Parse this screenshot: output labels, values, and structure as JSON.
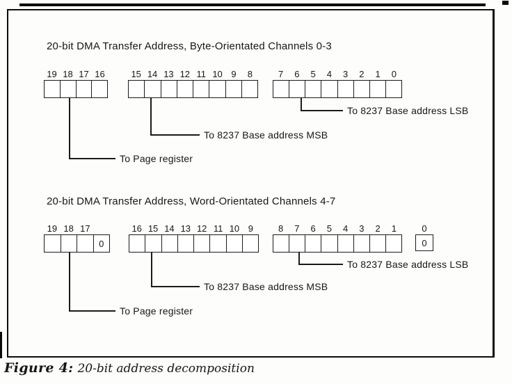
{
  "page": {
    "background": "#fdfdfb",
    "ink": "#1a1a1a"
  },
  "sections": [
    {
      "title": "20-bit DMA Transfer Address, Byte-Orientated Channels 0-3",
      "groups": [
        {
          "bits": [
            "19",
            "18",
            "17",
            "16"
          ],
          "cell_values": [
            "",
            "",
            "",
            ""
          ]
        },
        {
          "bits": [
            "15",
            "14",
            "13",
            "12",
            "11",
            "10",
            "9",
            "8"
          ],
          "cell_values": [
            "",
            "",
            "",
            "",
            "",
            "",
            "",
            ""
          ]
        },
        {
          "bits": [
            "7",
            "6",
            "5",
            "4",
            "3",
            "2",
            "1",
            "0"
          ],
          "cell_values": [
            "",
            "",
            "",
            "",
            "",
            "",
            "",
            ""
          ]
        }
      ],
      "callouts": {
        "page_register": "To Page register",
        "base_msb": "To 8237 Base address MSB",
        "base_lsb": "To 8237 Base address LSB"
      }
    },
    {
      "title": "20-bit DMA Transfer Address, Word-Orientated Channels 4-7",
      "groups": [
        {
          "bits": [
            "19",
            "18",
            "17",
            ""
          ],
          "cell_values": [
            "",
            "",
            "",
            "0"
          ]
        },
        {
          "bits": [
            "16",
            "15",
            "14",
            "13",
            "12",
            "11",
            "10",
            "9"
          ],
          "cell_values": [
            "",
            "",
            "",
            "",
            "",
            "",
            "",
            ""
          ]
        },
        {
          "bits": [
            "8",
            "7",
            "6",
            "5",
            "4",
            "3",
            "2",
            "1"
          ],
          "cell_values": [
            "",
            "",
            "",
            "",
            "",
            "",
            "",
            ""
          ]
        },
        {
          "bits": [
            "0"
          ],
          "cell_values": [
            "0"
          ]
        }
      ],
      "callouts": {
        "page_register": "To Page register",
        "base_msb": "To 8237 Base address MSB",
        "base_lsb": "To 8237 Base address LSB"
      }
    }
  ],
  "caption": {
    "label": "Figure 4:",
    "text": "20-bit address decomposition"
  }
}
